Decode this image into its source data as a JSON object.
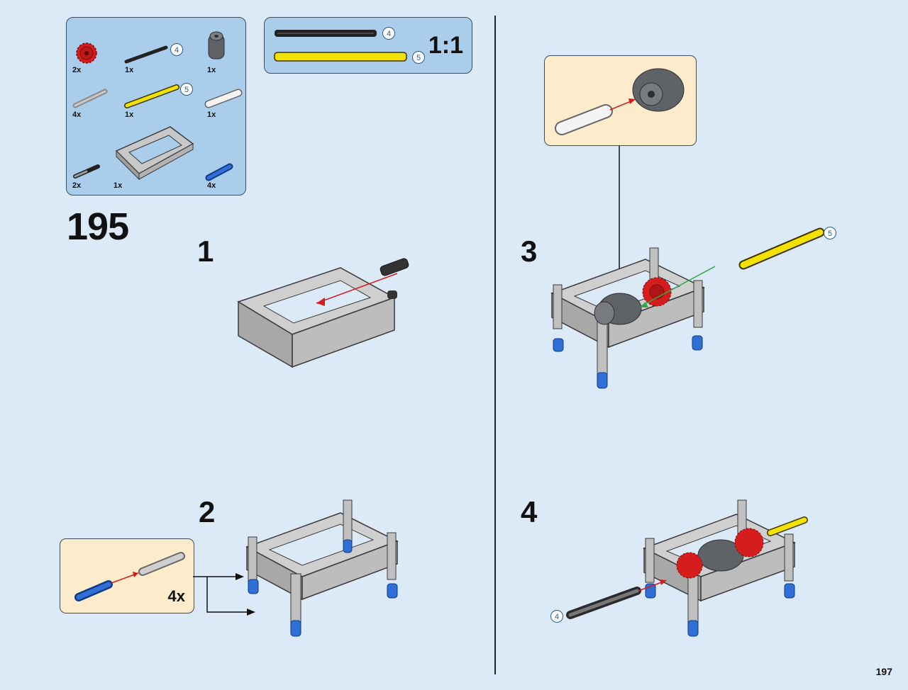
{
  "parts_list": {
    "items": [
      {
        "name": "red-gear",
        "qty": "2x"
      },
      {
        "name": "black-axle",
        "qty": "1x",
        "length": "4"
      },
      {
        "name": "dark-gray-hub",
        "qty": "1x"
      },
      {
        "name": "gray-pin",
        "qty": "4x"
      },
      {
        "name": "yellow-axle",
        "qty": "1x",
        "length": "5"
      },
      {
        "name": "white-connector",
        "qty": "1x"
      },
      {
        "name": "black-pin",
        "qty": "2x"
      },
      {
        "name": "gray-frame",
        "qty": "1x"
      },
      {
        "name": "blue-pin",
        "qty": "4x"
      }
    ]
  },
  "ruler": {
    "black_axle_length": "4",
    "yellow_axle_length": "5",
    "scale": "1:1"
  },
  "page_step": "195",
  "substeps": [
    {
      "number": "1"
    },
    {
      "number": "2",
      "callout_qty": "4x"
    },
    {
      "number": "3",
      "axle_length": "5"
    },
    {
      "number": "4",
      "axle_length": "4"
    }
  ],
  "page_number": "197",
  "colors": {
    "background": "#dce9f7",
    "panel": "#a9cdea",
    "callout": "#fdeccc",
    "red": "#d61d1d",
    "yellow": "#f3e200",
    "blue": "#1f5fbf",
    "gray": "#b8b8b8"
  }
}
